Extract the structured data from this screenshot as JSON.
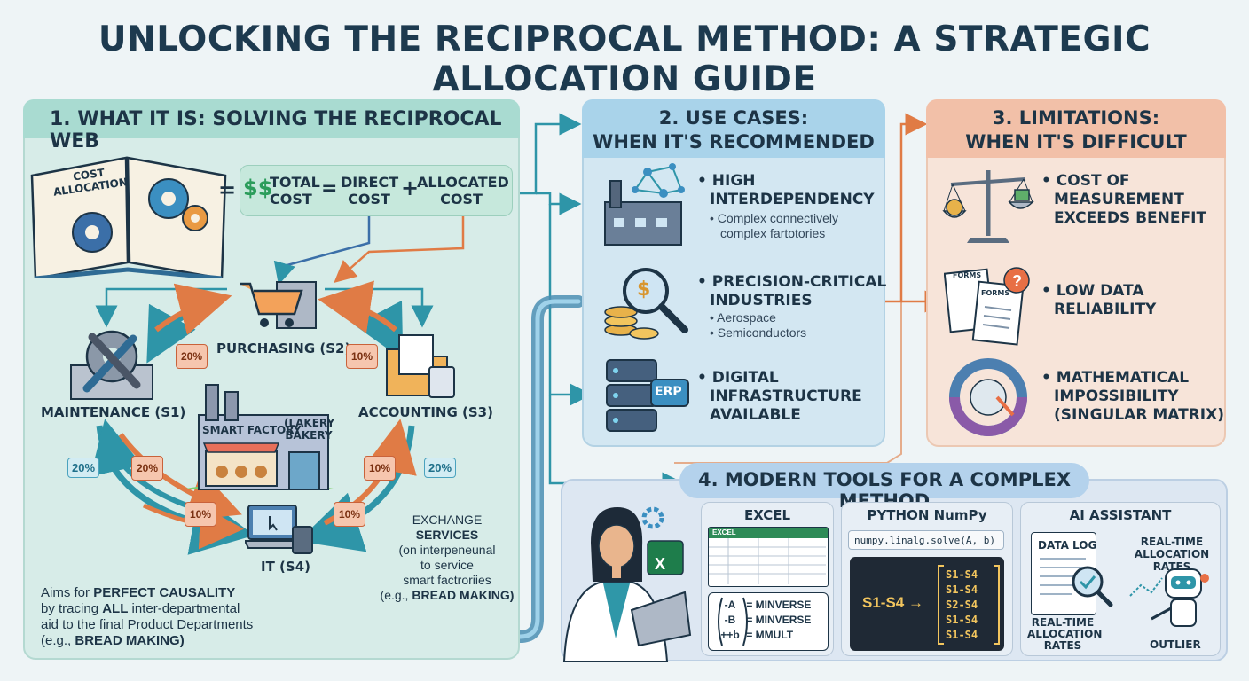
{
  "title": "UNLOCKING THE RECIPROCAL METHOD: A STRATEGIC ALLOCATION GUIDE",
  "section1": {
    "heading": "1. WHAT IT IS: SOLVING THE RECIPROCAL WEB",
    "book_label": "COST ALLOCATION",
    "equation": {
      "equals": "=",
      "currency": "$$",
      "total": "TOTAL COST",
      "eq2": "=",
      "direct": "DIRECT COST",
      "plus": "+",
      "allocated": "ALLOCATED COST"
    },
    "nodes": {
      "s2": "PURCHASING (S2)",
      "s1": "MAINTENANCE (S1)",
      "s3": "ACCOUNTING (S3)",
      "s4": "IT (S4)"
    },
    "factory": {
      "sign1": "SMART FACTORY",
      "sign2": "(LAKERY BAKERY"
    },
    "percents": {
      "t1": "20%",
      "t2": "10%",
      "t3": "20%",
      "t4": "10%",
      "t5": "10%",
      "t6": "10%",
      "b1": "20%",
      "b2": "20%"
    },
    "exchange": {
      "line1": "EXCHANGE",
      "line2": "SERVICES",
      "line3": "(on interpeneunal",
      "line4": "to service",
      "line5": "smart factroriies",
      "line6a": "(e.g., ",
      "line6b": "BREAD MAKING)"
    },
    "aims": {
      "l1a": "Aims for ",
      "l1b": "PERFECT CAUSALITY",
      "l2a": "by tracing ",
      "l2b": "ALL",
      "l2c": " inter-departmental",
      "l3": "aid to the final Product Departments",
      "l4a": "(e.g., ",
      "l4b": "BREAD MAKING)"
    }
  },
  "section2": {
    "heading_l1": "2. USE CASES:",
    "heading_l2": "WHEN IT'S RECOMMENDED",
    "items": [
      {
        "title_l1": "• HIGH",
        "title_l2": "INTERDEPENDENCY",
        "sub": [
          "• Complex connectively",
          "complex fartotories"
        ]
      },
      {
        "title_l1": "• PRECISION-CRITICAL",
        "title_l2": "INDUSTRIES",
        "sub": [
          "• Aerospace",
          "• Semiconductors"
        ]
      },
      {
        "title_l1": "• DIGITAL",
        "title_l2": "INFRASTRUCTURE",
        "title_l3": "AVAILABLE",
        "sub": []
      }
    ],
    "erp_label": "ERP"
  },
  "section3": {
    "heading_l1": "3. LIMITATIONS:",
    "heading_l2": "WHEN IT'S DIFFICULT",
    "items": [
      {
        "l1": "• COST OF",
        "l2": "MEASUREMENT",
        "l3": "EXCEEDS BENEFIT"
      },
      {
        "l1": "• LOW DATA",
        "l2": "RELIABILITY",
        "l3": ""
      },
      {
        "l1": "• MATHEMATICAL",
        "l2": "IMPOSSIBILITY",
        "l3": "(SINGULAR MATRIX)"
      }
    ],
    "forms": {
      "a": "FORMS",
      "b": "FORMS"
    }
  },
  "section4": {
    "heading": "4. MODERN TOOLS FOR A COMPLEX METHOD",
    "excel": {
      "title": "EXCEL",
      "sheet_title": "EXCEL",
      "formulas": [
        {
          "left": "-A",
          "right": "= MINVERSE"
        },
        {
          "left": "-B",
          "right": "= MINVERSE"
        },
        {
          "left": "++b",
          "right": "= MMULT"
        }
      ]
    },
    "python": {
      "title": "PYTHON NumPy",
      "code": "numpy.linalg.solve(A, b)",
      "lhs": "S1-S4 →",
      "rows": [
        "S1-S4",
        "S1-S4",
        "S2-S4",
        "S1-S4",
        "S1-S4"
      ]
    },
    "ai": {
      "title": "AI ASSISTANT",
      "datalog": "DATA LOG",
      "rates_top_l1": "REAL-TIME",
      "rates_top_l2": "ALLOCATION RATES",
      "rates_bot_l1": "REAL-TIME",
      "rates_bot_l2": "ALLOCATION",
      "rates_bot_l3": "RATES",
      "outlier": "OUTLIER"
    }
  },
  "colors": {
    "teal": "#2e95a8",
    "orange": "#e07b45",
    "navy": "#1d3446"
  }
}
